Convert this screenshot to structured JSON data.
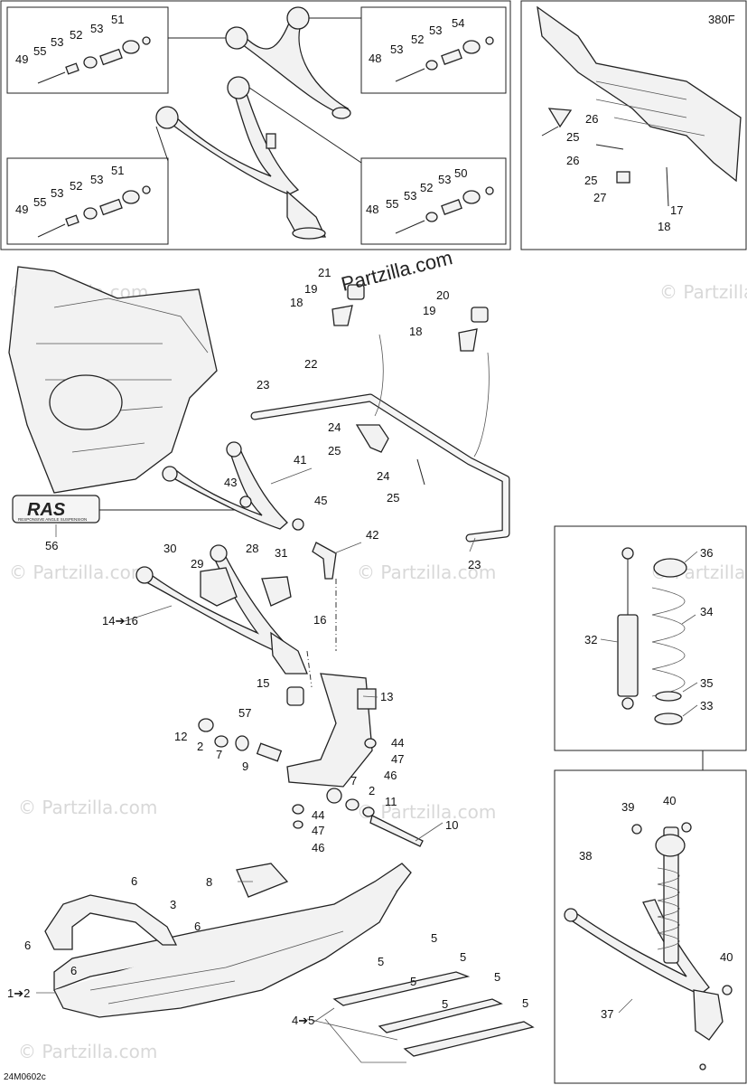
{
  "diagram": {
    "code": "24M0602c",
    "model": "380F",
    "watermark": "Partzilla.com",
    "watermark_faint": "© Partzilla.com",
    "logo_text": "RAS",
    "logo_subtext": "RESPONSIVE ANGLE SUSPENSION",
    "callouts": [
      {
        "id": "51a",
        "text": "51"
      },
      {
        "id": "53a",
        "text": "53"
      },
      {
        "id": "52a",
        "text": "52"
      },
      {
        "id": "53b",
        "text": "53"
      },
      {
        "id": "55a",
        "text": "55"
      },
      {
        "id": "49a",
        "text": "49"
      },
      {
        "id": "54",
        "text": "54"
      },
      {
        "id": "53c",
        "text": "53"
      },
      {
        "id": "52b",
        "text": "52"
      },
      {
        "id": "53d",
        "text": "53"
      },
      {
        "id": "48a",
        "text": "48"
      },
      {
        "id": "51b",
        "text": "51"
      },
      {
        "id": "53e",
        "text": "53"
      },
      {
        "id": "52c",
        "text": "52"
      },
      {
        "id": "53f",
        "text": "53"
      },
      {
        "id": "55b",
        "text": "55"
      },
      {
        "id": "49b",
        "text": "49"
      },
      {
        "id": "50",
        "text": "50"
      },
      {
        "id": "53g",
        "text": "53"
      },
      {
        "id": "52d",
        "text": "52"
      },
      {
        "id": "53h",
        "text": "53"
      },
      {
        "id": "55c",
        "text": "55"
      },
      {
        "id": "48b",
        "text": "48"
      },
      {
        "id": "26a",
        "text": "26"
      },
      {
        "id": "25a",
        "text": "25"
      },
      {
        "id": "26b",
        "text": "26"
      },
      {
        "id": "25b",
        "text": "25"
      },
      {
        "id": "27",
        "text": "27"
      },
      {
        "id": "17",
        "text": "17"
      },
      {
        "id": "18a",
        "text": "18"
      },
      {
        "id": "21",
        "text": "21"
      },
      {
        "id": "19a",
        "text": "19"
      },
      {
        "id": "18b",
        "text": "18"
      },
      {
        "id": "20",
        "text": "20"
      },
      {
        "id": "19b",
        "text": "19"
      },
      {
        "id": "18c",
        "text": "18"
      },
      {
        "id": "22",
        "text": "22"
      },
      {
        "id": "23a",
        "text": "23"
      },
      {
        "id": "24a",
        "text": "24"
      },
      {
        "id": "25c",
        "text": "25"
      },
      {
        "id": "24b",
        "text": "24"
      },
      {
        "id": "25d",
        "text": "25"
      },
      {
        "id": "41",
        "text": "41"
      },
      {
        "id": "43",
        "text": "43"
      },
      {
        "id": "45",
        "text": "45"
      },
      {
        "id": "42",
        "text": "42"
      },
      {
        "id": "23b",
        "text": "23"
      },
      {
        "id": "56",
        "text": "56"
      },
      {
        "id": "30",
        "text": "30"
      },
      {
        "id": "29",
        "text": "29"
      },
      {
        "id": "28",
        "text": "28"
      },
      {
        "id": "31",
        "text": "31"
      },
      {
        "id": "14-16",
        "text": "14➔16"
      },
      {
        "id": "16",
        "text": "16"
      },
      {
        "id": "15",
        "text": "15"
      },
      {
        "id": "13",
        "text": "13"
      },
      {
        "id": "57",
        "text": "57"
      },
      {
        "id": "12",
        "text": "12"
      },
      {
        "id": "2a",
        "text": "2"
      },
      {
        "id": "7a",
        "text": "7"
      },
      {
        "id": "9",
        "text": "9"
      },
      {
        "id": "44a",
        "text": "44"
      },
      {
        "id": "47a",
        "text": "47"
      },
      {
        "id": "46a",
        "text": "46"
      },
      {
        "id": "7b",
        "text": "7"
      },
      {
        "id": "2b",
        "text": "2"
      },
      {
        "id": "11",
        "text": "11"
      },
      {
        "id": "44b",
        "text": "44"
      },
      {
        "id": "47b",
        "text": "47"
      },
      {
        "id": "46b",
        "text": "46"
      },
      {
        "id": "10",
        "text": "10"
      },
      {
        "id": "36",
        "text": "36"
      },
      {
        "id": "34",
        "text": "34"
      },
      {
        "id": "32",
        "text": "32"
      },
      {
        "id": "35",
        "text": "35"
      },
      {
        "id": "33",
        "text": "33"
      },
      {
        "id": "39",
        "text": "39"
      },
      {
        "id": "40a",
        "text": "40"
      },
      {
        "id": "38",
        "text": "38"
      },
      {
        "id": "40b",
        "text": "40"
      },
      {
        "id": "37",
        "text": "37"
      },
      {
        "id": "8",
        "text": "8"
      },
      {
        "id": "6a",
        "text": "6"
      },
      {
        "id": "3",
        "text": "3"
      },
      {
        "id": "6b",
        "text": "6"
      },
      {
        "id": "6c",
        "text": "6"
      },
      {
        "id": "6d",
        "text": "6"
      },
      {
        "id": "1-2",
        "text": "1➔2"
      },
      {
        "id": "5a",
        "text": "5"
      },
      {
        "id": "5b",
        "text": "5"
      },
      {
        "id": "5c",
        "text": "5"
      },
      {
        "id": "5d",
        "text": "5"
      },
      {
        "id": "5e",
        "text": "5"
      },
      {
        "id": "5f",
        "text": "5"
      },
      {
        "id": "5g",
        "text": "5"
      },
      {
        "id": "4-5",
        "text": "4➔5"
      }
    ]
  }
}
